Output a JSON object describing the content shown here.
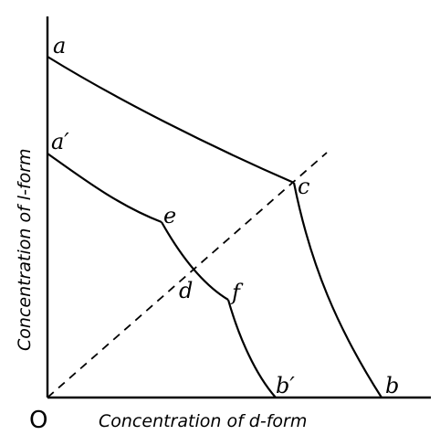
{
  "axes": {
    "origin": "O",
    "x_label": "Concentration of d-form",
    "y_label": "Concentration of l-form"
  },
  "points": {
    "a": "a",
    "a_prime": "a′",
    "b": "b",
    "b_prime": "b′",
    "c": "c",
    "d": "d",
    "e": "e",
    "f": "f"
  }
}
